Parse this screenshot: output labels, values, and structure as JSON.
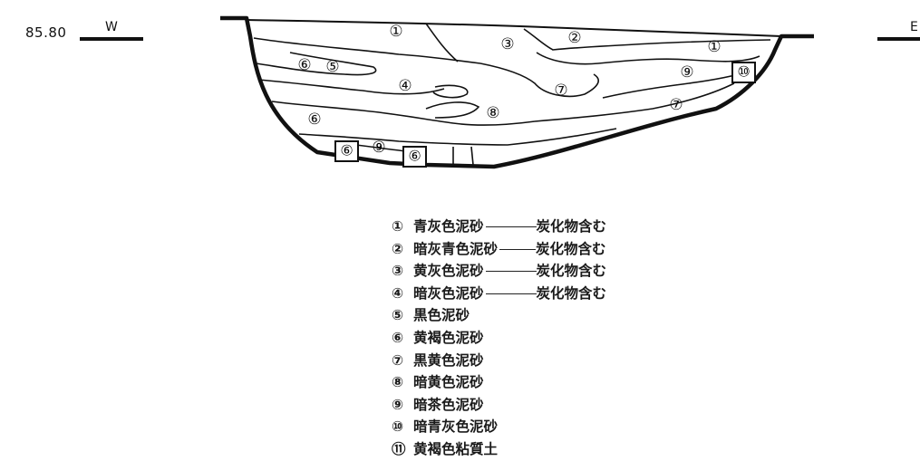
{
  "section": {
    "elevation": "85.80",
    "west_label": "W",
    "east_label": "E",
    "layer_markers": {
      "m1a": "①",
      "m2": "②",
      "m3": "③",
      "m1b": "①",
      "m6a": "⑥",
      "m5": "⑤",
      "m4": "④",
      "m7a": "⑦",
      "m9a": "⑨",
      "m10": "⑩",
      "m8": "⑧",
      "m7b": "⑦",
      "m6b": "⑥",
      "m6c": "⑥",
      "m9b": "⑨",
      "m6d": "⑥"
    }
  },
  "legend": [
    {
      "num": "①",
      "text": "青灰色泥砂",
      "note": "炭化物含む"
    },
    {
      "num": "②",
      "text": "暗灰青色泥砂",
      "note": "炭化物含む"
    },
    {
      "num": "③",
      "text": "黄灰色泥砂",
      "note": "炭化物含む"
    },
    {
      "num": "④",
      "text": "暗灰色泥砂",
      "note": "炭化物含む"
    },
    {
      "num": "⑤",
      "text": "黒色泥砂",
      "note": ""
    },
    {
      "num": "⑥",
      "text": "黄褐色泥砂",
      "note": ""
    },
    {
      "num": "⑦",
      "text": "黒黄色泥砂",
      "note": ""
    },
    {
      "num": "⑧",
      "text": "暗黄色泥砂",
      "note": ""
    },
    {
      "num": "⑨",
      "text": "暗茶色泥砂",
      "note": ""
    },
    {
      "num": "⑩",
      "text": "暗青灰色泥砂",
      "note": ""
    },
    {
      "num": "⑪",
      "text": "黄褐色粘質土",
      "note": ""
    }
  ]
}
